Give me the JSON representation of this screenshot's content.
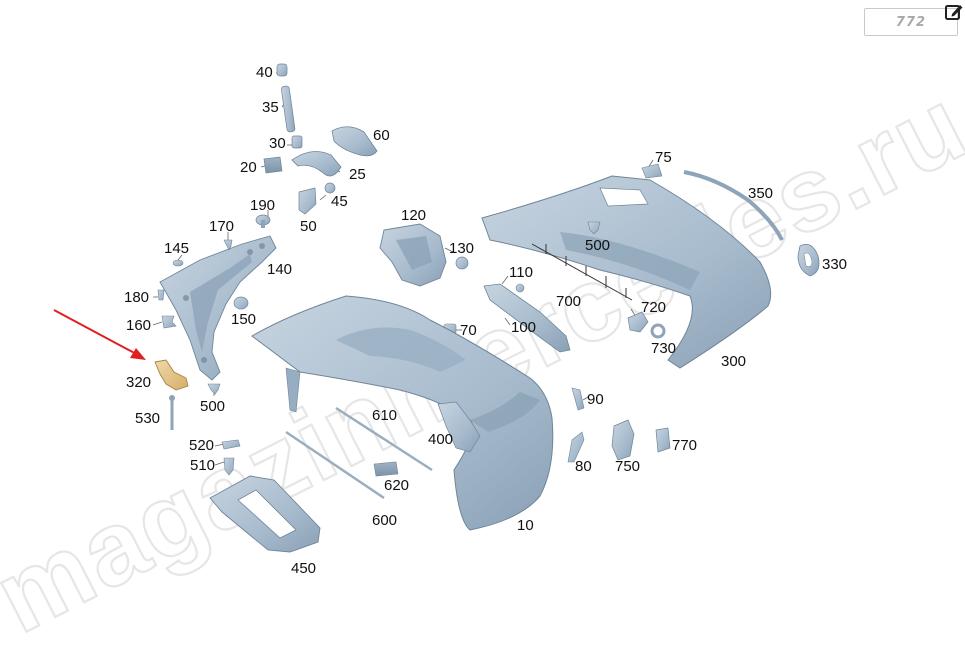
{
  "badge": "772",
  "watermark": "magazinmercedes.ru",
  "colors": {
    "part_fill": "#a8bccd",
    "part_dark": "#7f95a9",
    "part_light": "#c9d6e2",
    "highlight_part": "#e7c98f",
    "arrow": "#e02020",
    "watermark": "#e9e9e9"
  },
  "icons": {
    "edit": "edit-pencil-icon"
  },
  "callouts": [
    {
      "id": "40",
      "text": "40"
    },
    {
      "id": "35",
      "text": "35"
    },
    {
      "id": "30",
      "text": "30"
    },
    {
      "id": "60",
      "text": "60"
    },
    {
      "id": "20",
      "text": "20"
    },
    {
      "id": "25",
      "text": "25"
    },
    {
      "id": "45",
      "text": "45"
    },
    {
      "id": "190",
      "text": "190"
    },
    {
      "id": "50",
      "text": "50"
    },
    {
      "id": "170",
      "text": "170"
    },
    {
      "id": "145",
      "text": "145"
    },
    {
      "id": "140",
      "text": "140"
    },
    {
      "id": "180",
      "text": "180"
    },
    {
      "id": "150",
      "text": "150"
    },
    {
      "id": "160",
      "text": "160"
    },
    {
      "id": "320",
      "text": "320"
    },
    {
      "id": "500a",
      "text": "500"
    },
    {
      "id": "530",
      "text": "530"
    },
    {
      "id": "520",
      "text": "520"
    },
    {
      "id": "510",
      "text": "510"
    },
    {
      "id": "450",
      "text": "450"
    },
    {
      "id": "120",
      "text": "120"
    },
    {
      "id": "130",
      "text": "130"
    },
    {
      "id": "110",
      "text": "110"
    },
    {
      "id": "100",
      "text": "100"
    },
    {
      "id": "70",
      "text": "70"
    },
    {
      "id": "610",
      "text": "610"
    },
    {
      "id": "400",
      "text": "400"
    },
    {
      "id": "620",
      "text": "620"
    },
    {
      "id": "600",
      "text": "600"
    },
    {
      "id": "10",
      "text": "10"
    },
    {
      "id": "75",
      "text": "75"
    },
    {
      "id": "350",
      "text": "350"
    },
    {
      "id": "500b",
      "text": "500"
    },
    {
      "id": "330",
      "text": "330"
    },
    {
      "id": "700",
      "text": "700"
    },
    {
      "id": "720",
      "text": "720"
    },
    {
      "id": "730",
      "text": "730"
    },
    {
      "id": "300",
      "text": "300"
    },
    {
      "id": "90",
      "text": "90"
    },
    {
      "id": "80",
      "text": "80"
    },
    {
      "id": "750",
      "text": "750"
    },
    {
      "id": "770",
      "text": "770"
    }
  ]
}
